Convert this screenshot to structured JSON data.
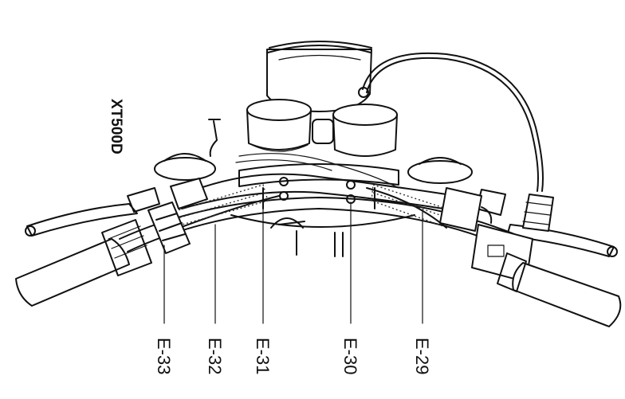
{
  "model": "XT500D",
  "callouts": [
    {
      "id": "E-33",
      "label": "E-33"
    },
    {
      "id": "E-32",
      "label": "E-32"
    },
    {
      "id": "E-31",
      "label": "E-31"
    },
    {
      "id": "E-30",
      "label": "E-30"
    },
    {
      "id": "E-29",
      "label": "E-29"
    }
  ]
}
